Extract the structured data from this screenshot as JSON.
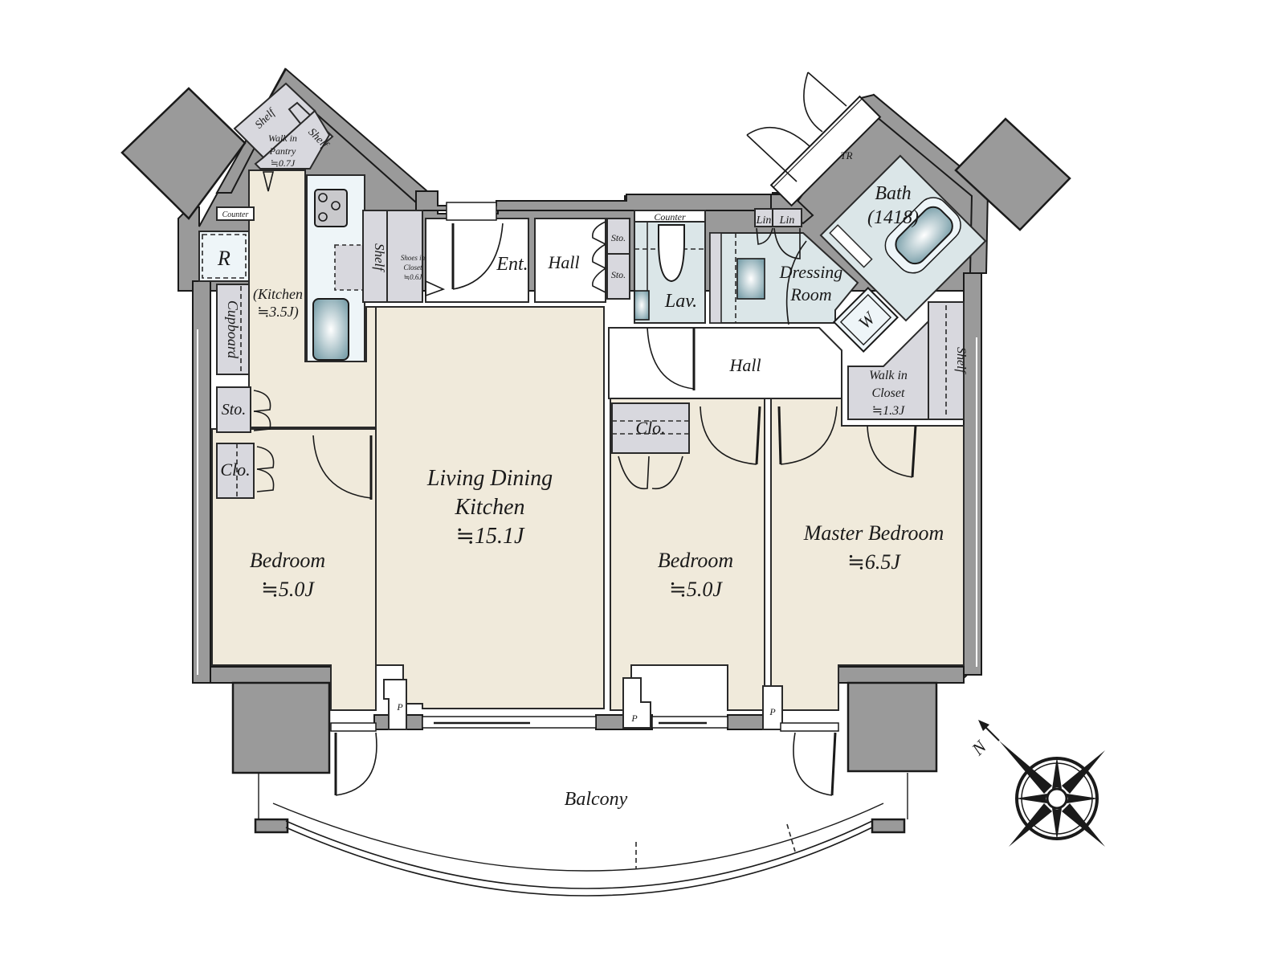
{
  "plan": {
    "colors": {
      "room_fill": "#f0eadb",
      "wet_fill": "#dbe6e8",
      "storage_fill": "#d8d8de",
      "wall_fill": "#9a9a9a",
      "line": "#1a1a1a"
    },
    "rooms": {
      "ldk": {
        "name_line1": "Living Dining",
        "name_line2": "Kitchen",
        "area": "≒15.1J"
      },
      "kitchen": {
        "name": "(Kitchen",
        "area": "≒3.5J)"
      },
      "bedroom_west": {
        "name": "Bedroom",
        "area": "≒5.0J"
      },
      "bedroom_center": {
        "name": "Bedroom",
        "area": "≒5.0J"
      },
      "master_bedroom": {
        "name": "Master Bedroom",
        "area": "≒6.5J"
      },
      "entrance": {
        "name": "Ent."
      },
      "hall_entry": {
        "name": "Hall"
      },
      "hall_main": {
        "name": "Hall"
      },
      "lavatory": {
        "name": "Lav."
      },
      "dressing_room": {
        "name_line1": "Dressing",
        "name_line2": "Room"
      },
      "bath": {
        "name": "Bath",
        "size": "(1418)"
      },
      "balcony": {
        "name": "Balcony"
      },
      "trunk_room": {
        "name": "TR"
      }
    },
    "storage": {
      "walk_in_pantry": {
        "line1": "Walk in",
        "line2": "Pantry",
        "area": "≒0.7J"
      },
      "pantry_shelf_left": "Shelf",
      "pantry_shelf_right": "Shelf",
      "counter_kitchen": "Counter",
      "refrigerator": "R",
      "cupboard": "Cupboard",
      "sto_west": "Sto.",
      "clo_west": "Clo.",
      "entry_shelf": "Shelf",
      "shoes_closet": {
        "line1": "Shoes in",
        "line2": "Closet",
        "area": "≒0.6J"
      },
      "hall_sto_upper": "Sto.",
      "hall_sto_lower": "Sto.",
      "counter_lav": "Counter",
      "linen_left": "Lin",
      "linen_right": "Lin",
      "washer": "W",
      "walk_in_closet": {
        "line1": "Walk in",
        "line2": "Closet",
        "area": "≒1.3J"
      },
      "wic_shelf": "Shelf",
      "clo_center": "Clo.",
      "pipe_space_1": "P",
      "pipe_space_2": "P",
      "pipe_space_3": "P"
    },
    "compass": {
      "north_label": "N"
    }
  }
}
